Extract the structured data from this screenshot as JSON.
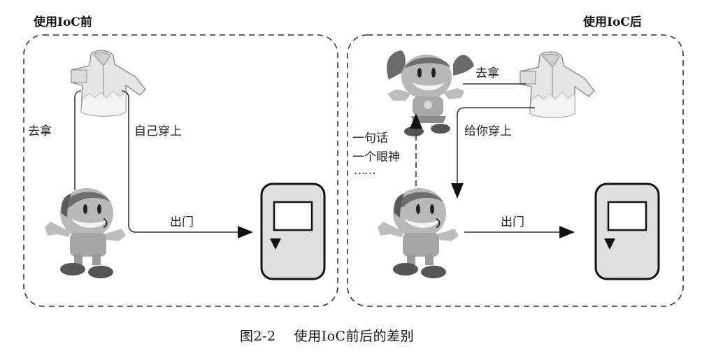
{
  "panels": {
    "before": {
      "title": "使用IoC前",
      "labels": {
        "fetch": "去拿",
        "wear_self": "自己穿上",
        "go_out": "出门"
      }
    },
    "after": {
      "title": "使用IoC后",
      "labels": {
        "fetch": "去拿",
        "wear_for_you": "给你穿上",
        "signal_line1": "一句话",
        "signal_line2": "一个眼神",
        "signal_ellipsis": "……",
        "go_out": "出门"
      }
    }
  },
  "caption": {
    "figure_number": "图2-2",
    "text": "使用IoC前后的差别"
  },
  "colors": {
    "line": "#333333",
    "door_fill": "#e0e0e0",
    "figure_gray": "#9a9a9a",
    "hair_dark": "#555555",
    "jacket_fill": "#e6e6e6"
  }
}
